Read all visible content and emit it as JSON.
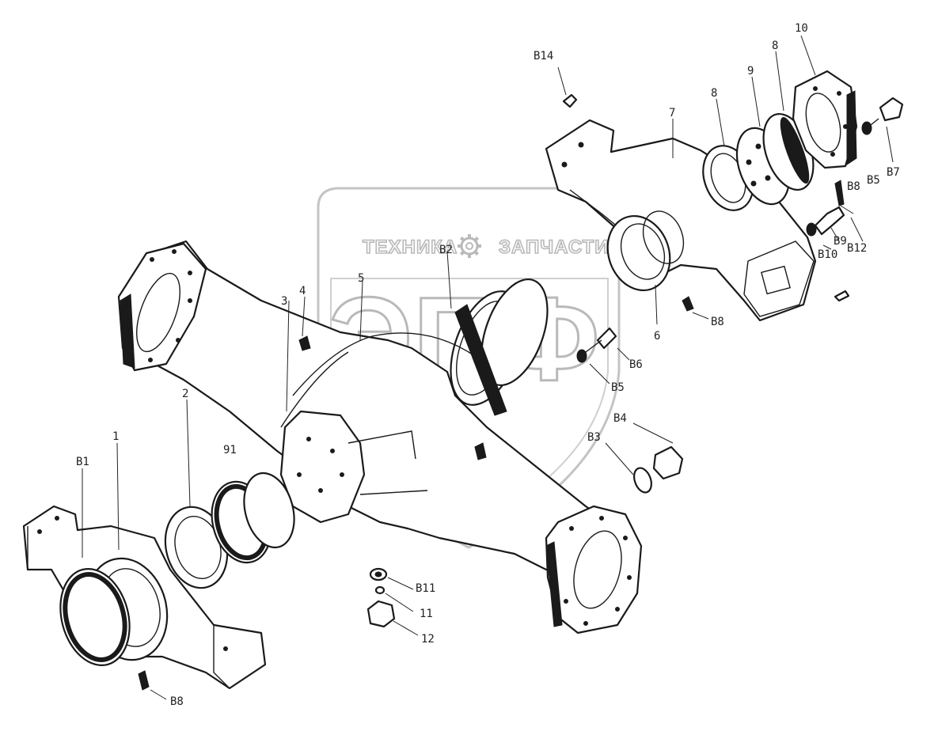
{
  "watermark": {
    "left_text": "ТЕХНИКА",
    "right_text": "ЗАПЧАСТИ",
    "big_text": "ЭПФ",
    "icon": "gear-icon"
  },
  "callouts": [
    {
      "id": "c-B14",
      "text": "B14"
    },
    {
      "id": "c-10",
      "text": "10"
    },
    {
      "id": "c-8a",
      "text": "8"
    },
    {
      "id": "c-9",
      "text": "9"
    },
    {
      "id": "c-8b",
      "text": "8"
    },
    {
      "id": "c-7",
      "text": "7"
    },
    {
      "id": "c-B7",
      "text": "B7"
    },
    {
      "id": "c-B5a",
      "text": "B5"
    },
    {
      "id": "c-B8a",
      "text": "B8"
    },
    {
      "id": "c-B9",
      "text": "B9"
    },
    {
      "id": "c-B12",
      "text": "B12"
    },
    {
      "id": "c-B10",
      "text": "B10"
    },
    {
      "id": "c-B2",
      "text": "B2"
    },
    {
      "id": "c-5",
      "text": "5"
    },
    {
      "id": "c-3",
      "text": "3"
    },
    {
      "id": "c-4",
      "text": "4"
    },
    {
      "id": "c-6",
      "text": "6"
    },
    {
      "id": "c-B8b",
      "text": "B8"
    },
    {
      "id": "c-B6",
      "text": "B6"
    },
    {
      "id": "c-B5b",
      "text": "B5"
    },
    {
      "id": "c-B4",
      "text": "B4"
    },
    {
      "id": "c-B3",
      "text": "B3"
    },
    {
      "id": "c-2",
      "text": "2"
    },
    {
      "id": "c-1",
      "text": "1"
    },
    {
      "id": "c-B1",
      "text": "B1"
    },
    {
      "id": "c-91",
      "text": "91"
    },
    {
      "id": "c-B11",
      "text": "B11"
    },
    {
      "id": "c-11",
      "text": "11"
    },
    {
      "id": "c-12",
      "text": "12"
    },
    {
      "id": "c-B8c",
      "text": "B8"
    }
  ]
}
